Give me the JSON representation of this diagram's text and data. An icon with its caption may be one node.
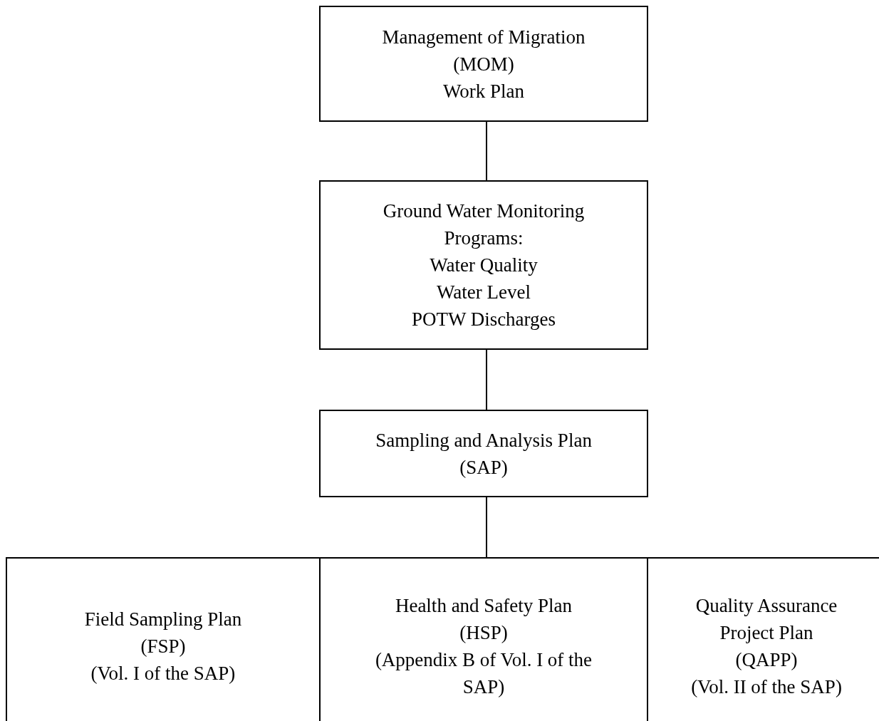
{
  "diagram": {
    "nodes": [
      {
        "text": [
          "Management of Migration (MOM)",
          "Work Plan"
        ]
      },
      {
        "text": [
          "Ground Water Monitoring Programs:",
          "Water Quality",
          "Water Level",
          "POTW Discharges"
        ]
      },
      {
        "text": [
          "Sampling and Analysis Plan (SAP)"
        ]
      },
      {
        "text": [
          "Field Sampling Plan",
          "(FSP)",
          "(Vol. I of the SAP)"
        ]
      },
      {
        "text": [
          "Health and Safety Plan",
          "(HSP)",
          "(Appendix B of Vol. I of the SAP)"
        ]
      },
      {
        "text": [
          "Quality Assurance Project Plan",
          "(QAPP)",
          "(Vol. II of the SAP)"
        ]
      }
    ],
    "edges": [
      {
        "from": 0,
        "to": 1,
        "arrow": "none"
      },
      {
        "from": 1,
        "to": 2,
        "arrow": "none"
      },
      {
        "from": 2,
        "to": 4,
        "arrow": "none"
      }
    ]
  }
}
